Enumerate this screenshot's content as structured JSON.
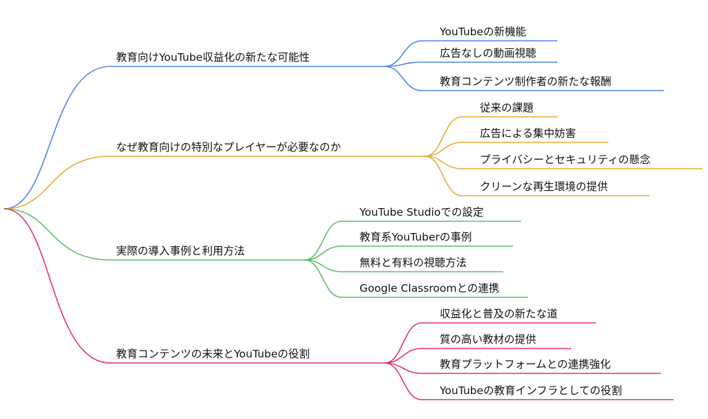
{
  "mindmap": {
    "root": "",
    "branches": [
      {
        "label": "教育向けYouTube収益化の新たな可能性",
        "color": "#4a86e8",
        "children": [
          "YouTubeの新機能",
          "広告なしの動画視聴",
          "教育コンテンツ制作者の新たな報酬"
        ]
      },
      {
        "label": "なぜ教育向けの特別なプレイヤーが必要なのか",
        "color": "#e6ab35",
        "children": [
          "従来の課題",
          "広告による集中妨害",
          "プライバシーとセキュリティの懸念",
          "クリーンな再生環境の提供"
        ]
      },
      {
        "label": "実際の導入事例と利用方法",
        "color": "#5cbf6a",
        "children": [
          "YouTube Studioでの設定",
          "教育系YouTuberの事例",
          "無料と有料の視聴方法",
          "Google Classroomとの連携"
        ]
      },
      {
        "label": "教育コンテンツの未来とYouTubeの役割",
        "color": "#e0306f",
        "children": [
          "収益化と普及の新たな道",
          "質の高い教材の提供",
          "教育プラットフォームとの連携強化",
          "YouTubeの教育インフラとしての役割"
        ]
      }
    ]
  }
}
